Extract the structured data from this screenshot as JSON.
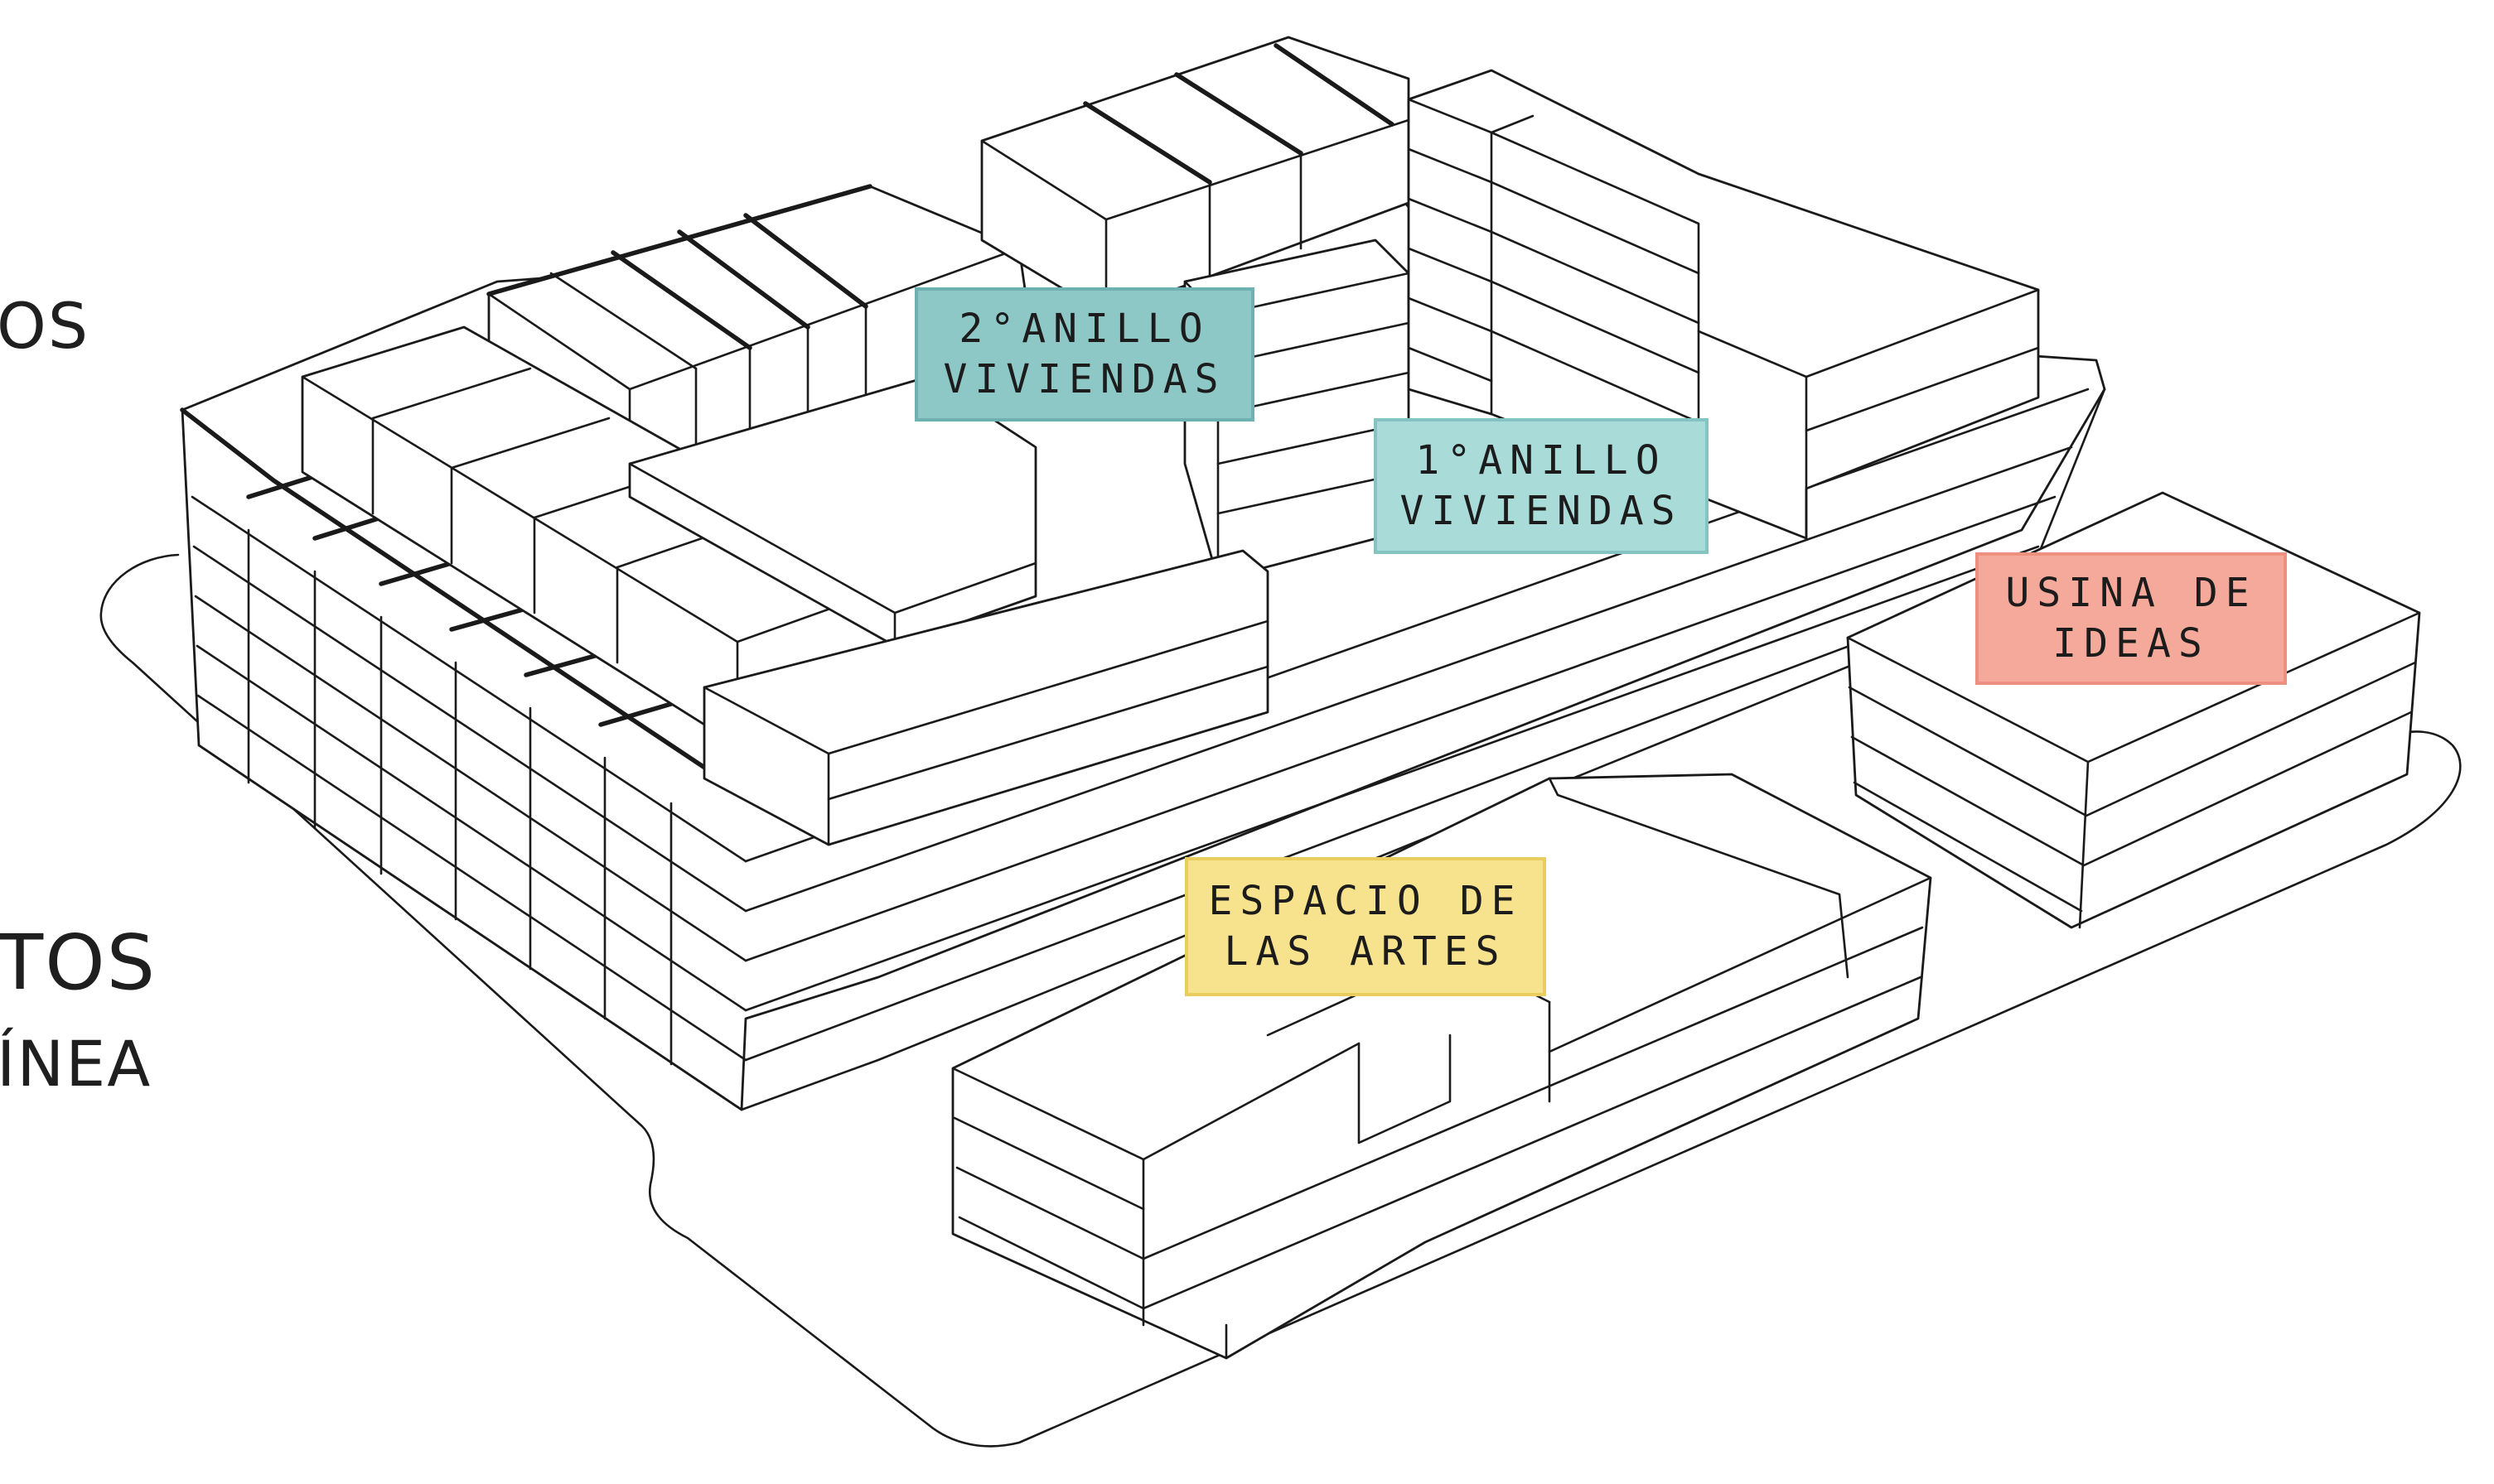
{
  "side_text": {
    "top": "OS",
    "middle": "TOS",
    "bottom": "ÍNEA"
  },
  "labels": {
    "ring2": {
      "line1": "2°ANILLO",
      "line2": "VIVIENDAS",
      "fill": "#8ec8c6"
    },
    "ring1": {
      "line1": "1°ANILLO",
      "line2": "VIVIENDAS",
      "fill": "#a9dbd9"
    },
    "usina": {
      "line1": "USINA DE",
      "line2": "IDEAS",
      "fill": "#f5a99a"
    },
    "artes": {
      "line1": "ESPACIO DE",
      "line2": "LAS ARTES",
      "fill": "#f7e38e"
    }
  },
  "colors": {
    "line": "#1a1a1a",
    "background": "#ffffff"
  }
}
